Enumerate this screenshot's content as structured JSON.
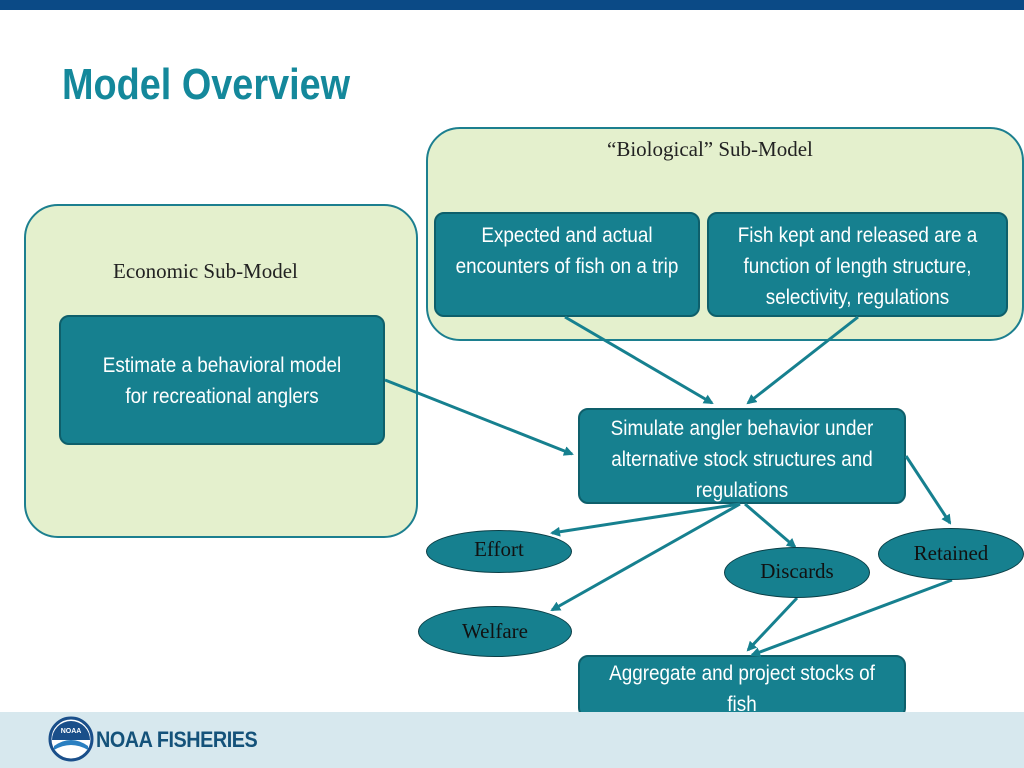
{
  "title": "Model Overview",
  "economic_submodel": {
    "label": "Economic Sub-Model",
    "box": "Estimate a behavioral model for recreational anglers"
  },
  "biological_submodel": {
    "label": "“Biological” Sub-Model",
    "box_left": "Expected and actual encounters of fish on a trip",
    "box_right": "Fish kept and released are a function of length structure, selectivity, regulations"
  },
  "simulate_box": "Simulate angler behavior under alternative stock structures and regulations",
  "aggregate_box": "Aggregate and project stocks of fish",
  "outcomes": {
    "effort": "Effort",
    "welfare": "Welfare",
    "discards": "Discards",
    "retained": "Retained"
  },
  "footer": {
    "logo_text": "NOAA FISHERIES",
    "logo_badge": "NOAA"
  },
  "colors": {
    "accent": "#14889b",
    "box_fill": "#16808f",
    "submodel_fill": "#e4f0cd",
    "bar": "#0b4a86",
    "footer": "#d7e8ee"
  }
}
